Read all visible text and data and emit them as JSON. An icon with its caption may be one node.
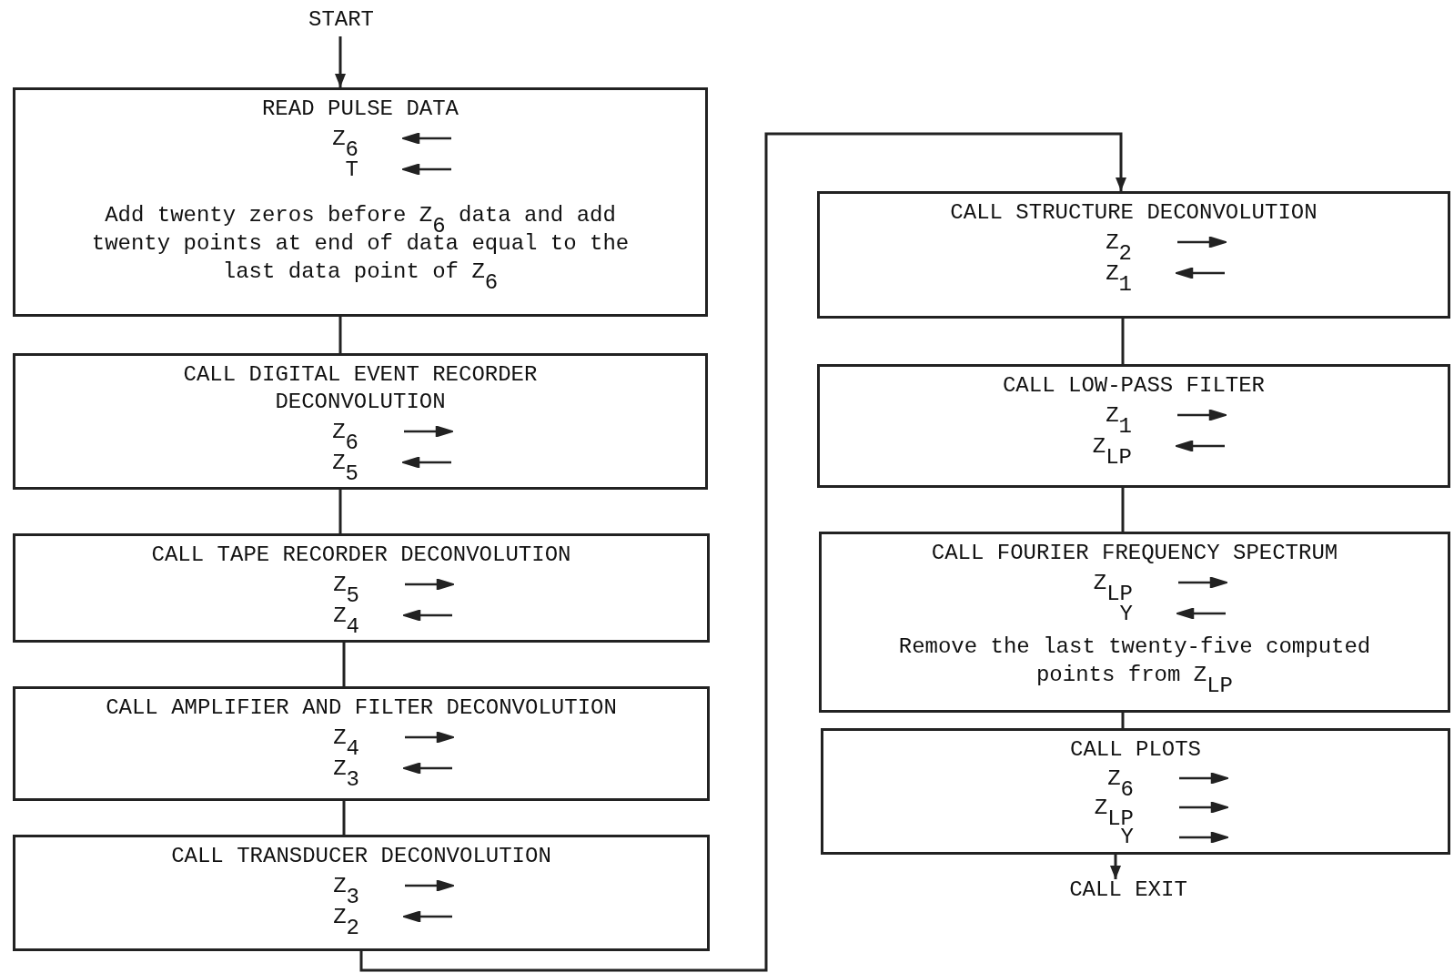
{
  "diagram": {
    "nodes": [
      {
        "text": [
          "START"
        ]
      },
      {
        "text": [
          "READ PULSE DATA",
          "Z$_{6}$",
          "T",
          "Add twenty zeros before Z$_{6}$ data and add twenty points at end of data equal to the last data point of Z$_{6}$"
        ]
      },
      {
        "text": [
          "CALL DIGITAL EVENT RECORDER DECONVOLUTION",
          "Z$_{6}$",
          "Z$_{5}$"
        ]
      },
      {
        "text": [
          "CALL TAPE RECORDER DECONVOLUTION",
          "Z$_{5}$",
          "Z$_{4}$"
        ]
      },
      {
        "text": [
          "CALL AMPLIFIER AND FILTER DECONVOLUTION",
          "Z$_{4}$",
          "Z$_{3}$"
        ]
      },
      {
        "text": [
          "CALL TRANSDUCER DECONVOLUTION",
          "Z$_{3}$",
          "Z$_{2}$"
        ]
      },
      {
        "text": [
          "CALL STRUCTURE DECONVOLUTION",
          "Z$_{2}$",
          "Z$_{1}$"
        ]
      },
      {
        "text": [
          "CALL LOW-PASS FILTER",
          "Z$_{1}$",
          "Z$_{LP}$"
        ]
      },
      {
        "text": [
          "CALL FOURIER FREQUENCY SPECTRUM",
          "Z$_{LP}$",
          "Y",
          "Remove the last twenty-five computed points from Z$_{LP}$"
        ]
      },
      {
        "text": [
          "CALL PLOTS",
          "Z$_{6}$",
          "Z$_{LP}$",
          "Y"
        ]
      },
      {
        "text": [
          "CALL EXIT"
        ]
      }
    ],
    "edges": [
      {
        "from": 0,
        "to": 1,
        "arrow": "to"
      },
      {
        "from": 1,
        "to": 2,
        "arrow": "none"
      },
      {
        "from": 2,
        "to": 3,
        "arrow": "none"
      },
      {
        "from": 3,
        "to": 4,
        "arrow": "none"
      },
      {
        "from": 4,
        "to": 5,
        "arrow": "none"
      },
      {
        "from": 5,
        "to": 6,
        "arrow": "to"
      },
      {
        "from": 6,
        "to": 7,
        "arrow": "none"
      },
      {
        "from": 7,
        "to": 8,
        "arrow": "none"
      },
      {
        "from": 8,
        "to": 9,
        "arrow": "none"
      },
      {
        "from": 9,
        "to": 10,
        "arrow": "to"
      }
    ]
  }
}
